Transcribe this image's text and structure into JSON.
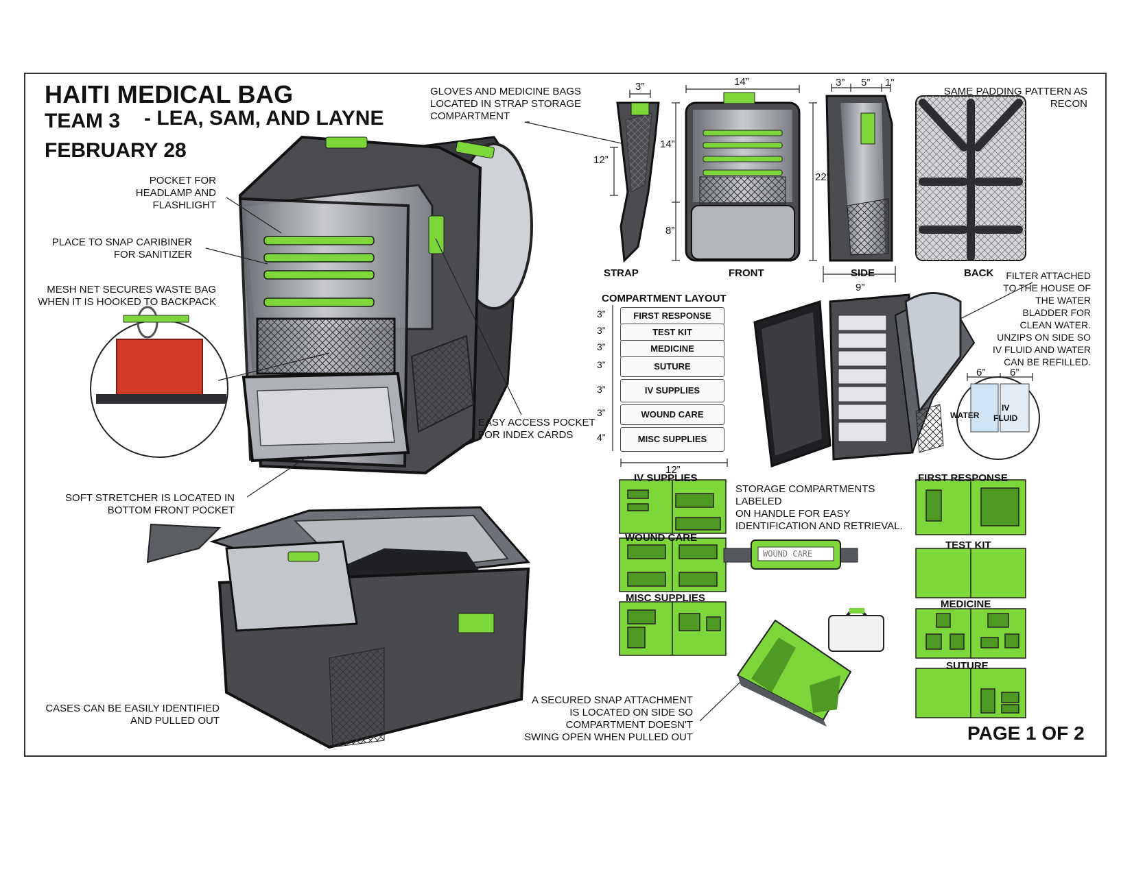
{
  "header": {
    "title": "HAITI MEDICAL BAG",
    "team_prefix": "TEAM 3",
    "team_members": "- LEA, SAM, AND LAYNE",
    "date": "FEBRUARY 28"
  },
  "callouts": {
    "gloves": "GLOVES AND MEDICINE BAGS\nLOCATED IN STRAP STORAGE\nCOMPARTMENT",
    "headlamp": "POCKET FOR\nHEADLAMP AND\nFLASHLIGHT",
    "caribiner": "PLACE TO SNAP CARIBINER\nFOR SANITIZER",
    "mesh": "MESH NET SECURES WASTE BAG\nWHEN IT IS HOOKED TO BACKPACK",
    "easy_access": "EASY ACCESS POCKET\nFOR INDEX CARDS",
    "stretcher": "SOFT STRETCHER IS LOCATED IN\nBOTTOM FRONT POCKET",
    "cases": "CASES CAN BE EASILY IDENTIFIED\nAND PULLED OUT",
    "storage": "STORAGE COMPARTMENTS\nLABELED\nON HANDLE FOR EASY\nIDENTIFICATION AND RETRIEVAL.",
    "snap": "A SECURED SNAP ATTACHMENT\nIS LOCATED ON SIDE SO\nCOMPARTMENT DOESN'T\nSWING OPEN WHEN PULLED OUT",
    "padding": "SAME PADDING PATTERN AS\nRECON",
    "filter": "FILTER ATTACHED\nTO THE HOUSE OF\nTHE WATER\nBLADDER FOR\nCLEAN WATER.\nUNZIPS ON SIDE SO\nIV FLUID AND WATER\nCAN BE REFILLED."
  },
  "views": {
    "strap": "STRAP",
    "front": "FRONT",
    "side": "SIDE",
    "back": "BACK"
  },
  "dimensions": {
    "strap_width": "3”",
    "strap_height": "12”",
    "front_width": "14”",
    "front_upper": "14”",
    "front_lower": "8”",
    "front_total": "22”",
    "side_a": "3”",
    "side_b": "5”",
    "side_c": "1”",
    "side_depth": "9”",
    "layout_width": "12”",
    "bladder_left": "6”",
    "bladder_right": "6”"
  },
  "bladder": {
    "water": "WATER",
    "iv": "IV\nFLUID"
  },
  "compartment_layout": {
    "title": "COMPARTMENT LAYOUT",
    "items": [
      {
        "label": "FIRST RESPONSE",
        "size": "3”"
      },
      {
        "label": "TEST KIT",
        "size": "3”"
      },
      {
        "label": "MEDICINE",
        "size": "3”"
      },
      {
        "label": "SUTURE",
        "size": "3”"
      },
      {
        "label": "IV SUPPLIES",
        "size": "3”"
      },
      {
        "label": "WOUND CARE",
        "size": "3”"
      },
      {
        "label": "MISC SUPPLIES",
        "size": "4”"
      }
    ]
  },
  "case_labels": {
    "iv": "IV SUPPLIES",
    "wound": "WOUND CARE",
    "misc": "MISC SUPPLIES",
    "first": "FIRST RESPONSE",
    "test": "TEST KIT",
    "medicine": "MEDICINE",
    "suture": "SUTURE",
    "handle_tag": "WOUND CARE"
  },
  "footer": {
    "page": "PAGE 1 OF 2"
  },
  "colors": {
    "accent_green": "#7dd63a",
    "bag_gray": "#8e9196",
    "dark": "#2b2d31",
    "waste_bag_red": "#d23a2a"
  }
}
